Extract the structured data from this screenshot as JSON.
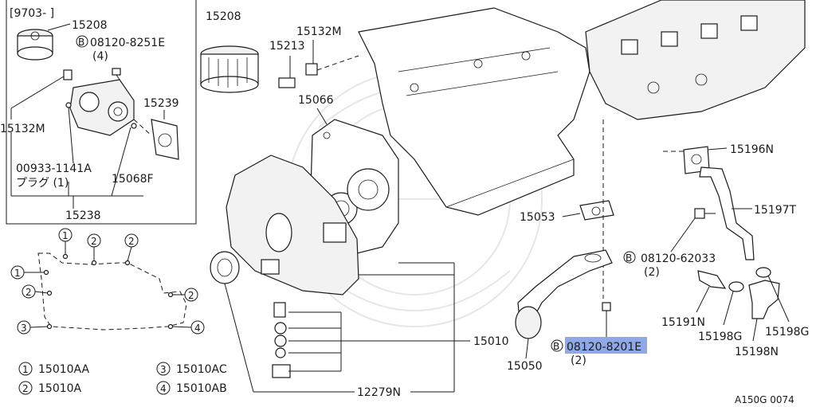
{
  "inset": {
    "date_code": "[9703-    ]",
    "parts": [
      "15208",
      "08120-8251E",
      "(4)",
      "15132M",
      "15239",
      "00933-1141A",
      "プラグ (1)",
      "15068F",
      "15238"
    ]
  },
  "callouts": [
    {
      "num": "1",
      "code": "15010AA"
    },
    {
      "num": "2",
      "code": "15010A"
    },
    {
      "num": "3",
      "code": "15010AC"
    },
    {
      "num": "4",
      "code": "15010AB"
    }
  ],
  "main_labels": {
    "filter": "15208",
    "sensor": "15213",
    "cap": "15132M",
    "gasket": "15066",
    "pump": "15010",
    "relief": "12279N",
    "oring": "15053",
    "strainer": "15050",
    "bolt_a": "08120-62033",
    "bolt_a_qty": "(2)",
    "bolt_b": "08120-8201E",
    "bolt_b_qty": "(2)",
    "gasket2": "15196N",
    "pipe": "15197T",
    "switch": "15191N",
    "clamp": "15198G",
    "clamp2": "15198G",
    "hose": "15198N"
  },
  "bolt_marker": "B",
  "figure_id": "A150G 0074",
  "highlight_color": "#8fa8e8"
}
